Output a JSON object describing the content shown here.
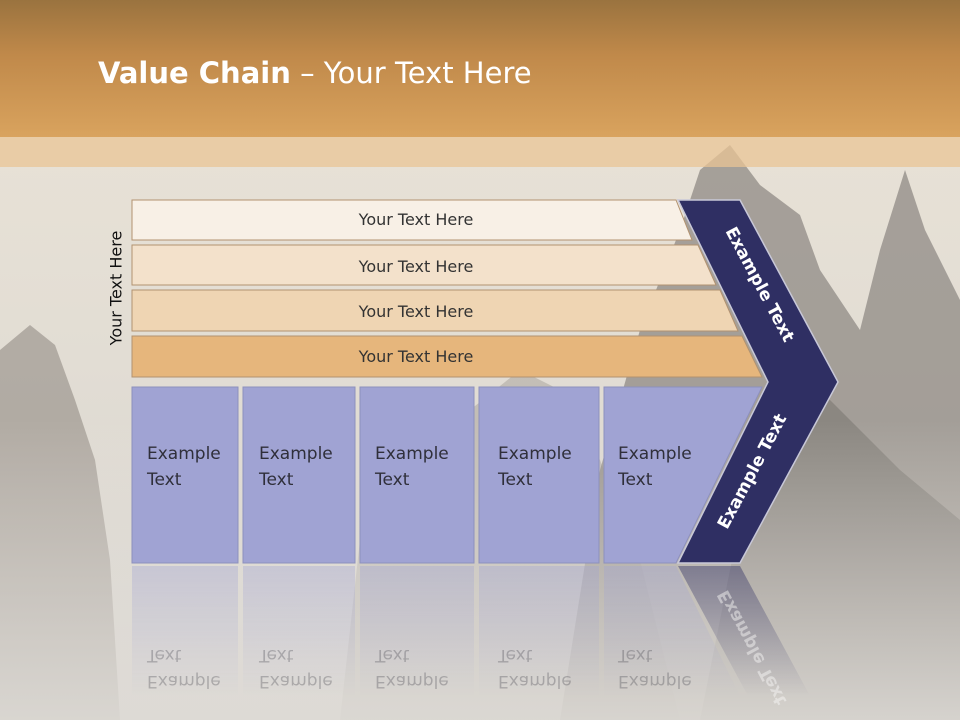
{
  "title": {
    "bold": "Value Chain",
    "rest": " – Your Text Here"
  },
  "side_label": "Your Text Here",
  "rows": [
    {
      "label": "Your Text Here",
      "color": "#f8f0e6"
    },
    {
      "label": "Your Text Here",
      "color": "#f3e1cb"
    },
    {
      "label": "Your Text Here",
      "color": "#efd5b3"
    },
    {
      "label": "Your Text Here",
      "color": "#e6b67c"
    }
  ],
  "boxes": [
    {
      "line1": "Example",
      "line2": "Text"
    },
    {
      "line1": "Example",
      "line2": "Text"
    },
    {
      "line1": "Example",
      "line2": "Text"
    },
    {
      "line1": "Example",
      "line2": "Text"
    },
    {
      "line1": "Example",
      "line2": "Text"
    }
  ],
  "chevron": {
    "upper": "Example Text",
    "lower": "Example Text",
    "color": "#2f2f63"
  },
  "colors": {
    "box": "#a0a3d3",
    "title_bar": "#c0894a"
  }
}
